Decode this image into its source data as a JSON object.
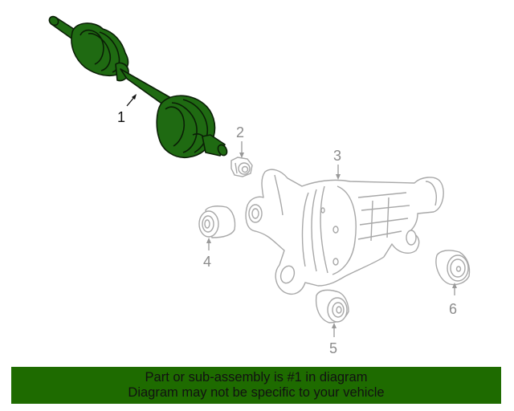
{
  "diagram": {
    "colors": {
      "highlight_fill": "#1f6a12",
      "highlight_stroke": "#0a1e06",
      "inactive_stroke": "#a8a8a8",
      "callout_active": "#111111",
      "callout_inactive": "#8c8c8c"
    },
    "parts": [
      {
        "id": 1,
        "label": "1",
        "name": "axle-shaft-assembly",
        "highlighted": true
      },
      {
        "id": 2,
        "label": "2",
        "name": "nut"
      },
      {
        "id": 3,
        "label": "3",
        "name": "differential-carrier"
      },
      {
        "id": 4,
        "label": "4",
        "name": "mount-bushing-front"
      },
      {
        "id": 5,
        "label": "5",
        "name": "mount-bushing-rear"
      },
      {
        "id": 6,
        "label": "6",
        "name": "mount-bushing-side"
      }
    ]
  },
  "banner": {
    "line1": "Part or sub-assembly is #1 in diagram",
    "line2": "Diagram may not be specific to your vehicle",
    "background": "#1e6b00"
  }
}
